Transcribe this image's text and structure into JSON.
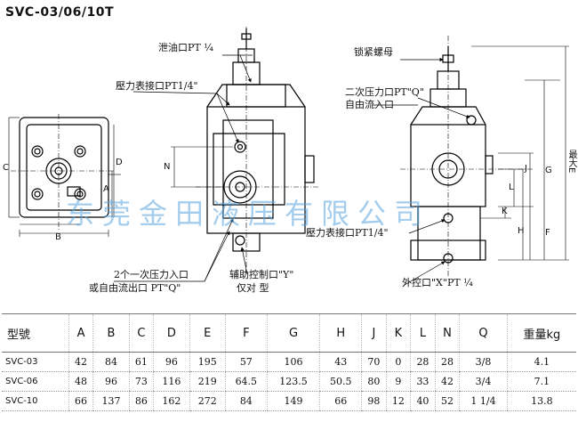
{
  "title": "SVC-03/06/10T",
  "watermark": "东莞金田液压有限公司",
  "labels": {
    "drain_port": "泄油口PT ¼",
    "gauge_port_front": "壓力表接口PT1/4\"",
    "lock_nut": "锁紧螺母",
    "secondary_inlet_line1": "二次压力口PT\"Q\"",
    "secondary_inlet_line2": "自由流入口",
    "gauge_port_side": "壓力表接口PT1/4\"",
    "primary_inlet_line1": "2个一次压力入口",
    "primary_inlet_line2": "或自由流出口 PT\"Q\"",
    "aux_port_line1": "辅助控制口\"Y\"",
    "aux_port_line2": "仅对    型",
    "ext_port": "外控口\"X\"PT ¼"
  },
  "dims": {
    "A": "A",
    "B": "B",
    "C": "C",
    "D": "D",
    "E": "E",
    "F": "F",
    "G": "G",
    "H": "H",
    "J": "J",
    "K": "K",
    "L": "L",
    "N": "N",
    "max": "最大E"
  },
  "table": {
    "headers": [
      "型號",
      "A",
      "B",
      "C",
      "D",
      "E",
      "F",
      "G",
      "H",
      "J",
      "K",
      "L",
      "N",
      "Q",
      "重量kg"
    ],
    "rows": [
      [
        "SVC-03",
        "42",
        "84",
        "61",
        "96",
        "195",
        "57",
        "106",
        "43",
        "70",
        "0",
        "28",
        "28",
        "3/8",
        "4.1"
      ],
      [
        "SVC-06",
        "48",
        "96",
        "73",
        "116",
        "219",
        "64.5",
        "123.5",
        "50.5",
        "80",
        "9",
        "33",
        "42",
        "3/4",
        "7.1"
      ],
      [
        "SVC-10",
        "66",
        "137",
        "86",
        "162",
        "272",
        "84",
        "149",
        "66",
        "98",
        "12",
        "40",
        "52",
        "1 1/4",
        "13.8"
      ]
    ]
  }
}
